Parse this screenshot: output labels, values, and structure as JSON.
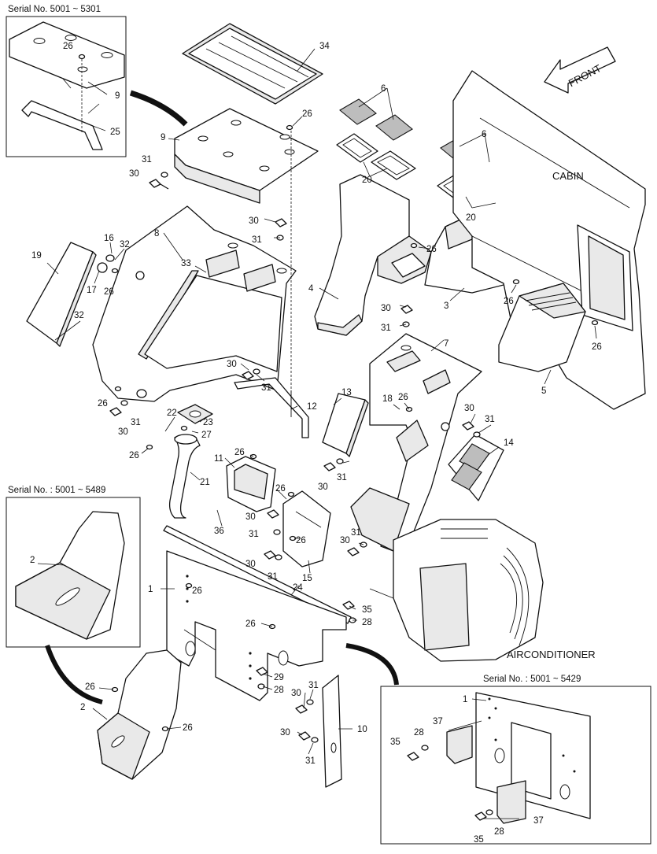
{
  "serial_notes": {
    "top_left": "Serial No. 5001 ~ 5301",
    "middle_left": "Serial No. : 5001 ~ 5489",
    "bottom_right": "Serial No. : 5001 ~ 5429"
  },
  "labels": {
    "front": "FRONT",
    "cabin": "CABIN",
    "airconditioner": "AIRCONDITIONER"
  },
  "callouts": {
    "n1": "1",
    "n2": "2",
    "n3": "3",
    "n4": "4",
    "n5": "5",
    "n6": "6",
    "n7": "7",
    "n8": "8",
    "n9": "9",
    "n10": "10",
    "n11": "11",
    "n12": "12",
    "n13": "13",
    "n14": "14",
    "n15": "15",
    "n16": "16",
    "n17": "17",
    "n18": "18",
    "n19": "19",
    "n20": "20",
    "n21": "21",
    "n22": "22",
    "n23": "23",
    "n24": "24",
    "n25": "25",
    "n26": "26",
    "n27": "27",
    "n28": "28",
    "n29": "29",
    "n30": "30",
    "n31": "31",
    "n32": "32",
    "n33": "33",
    "n34": "34",
    "n35": "35",
    "n36": "36",
    "n37": "37"
  }
}
